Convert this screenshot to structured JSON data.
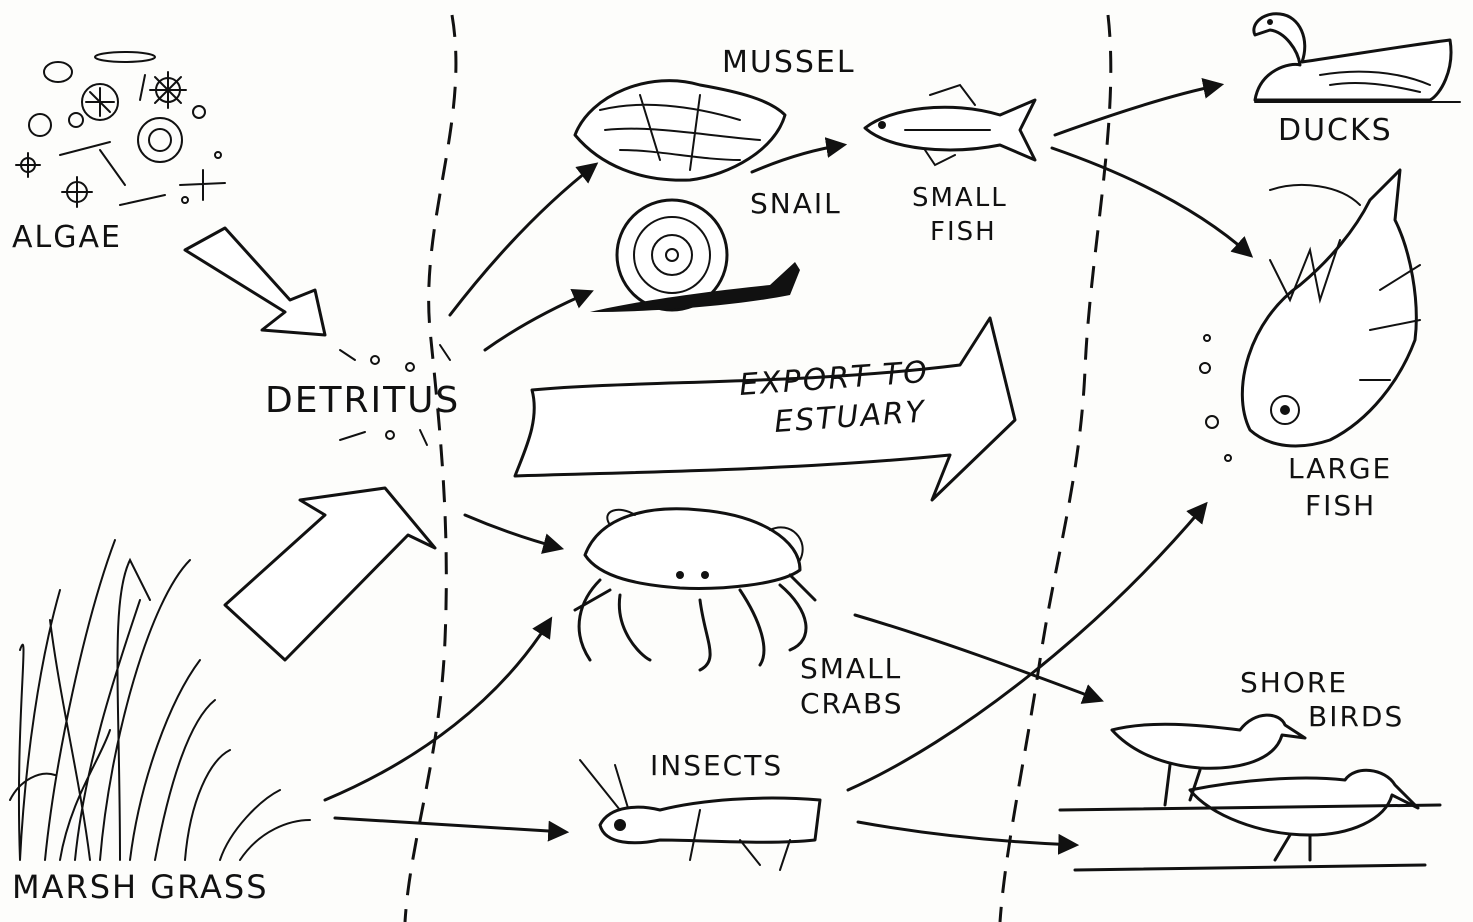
{
  "labels": {
    "algae": "ALGAE",
    "marsh_grass": "MARSH GRASS",
    "detritus": "DETRITUS",
    "mussel": "MUSSEL",
    "snail": "SNAIL",
    "small_fish_1": "SMALL",
    "small_fish_2": "FISH",
    "export_1": "EXPORT TO",
    "export_2": "ESTUARY",
    "ducks": "DUCKS",
    "large_fish_1": "LARGE",
    "large_fish_2": "FISH",
    "small_crabs_1": "SMALL",
    "small_crabs_2": "CRABS",
    "insects": "INSECTS",
    "shore_birds_1": "SHORE",
    "shore_birds_2": "BIRDS"
  },
  "colors": {
    "ink": "#111111",
    "paper": "#fdfdfb"
  }
}
